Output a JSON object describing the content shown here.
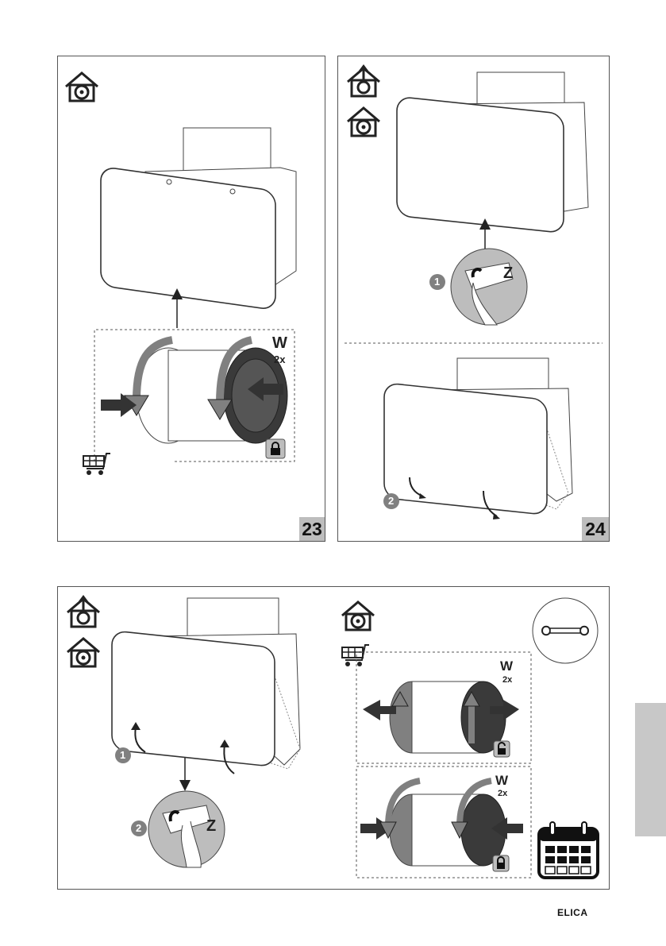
{
  "panels": {
    "p23": {
      "number": "23",
      "label_w": "W",
      "label_2x": "2x"
    },
    "p24": {
      "number": "24",
      "label_z": "Z",
      "step1": "1",
      "step2": "2"
    },
    "bottom_left": {
      "label_z": "Z",
      "step1": "1",
      "step2": "2"
    },
    "bottom_right": {
      "label_w_top": "W",
      "label_2x_top": "2x",
      "label_w_bottom": "W",
      "label_2x_bottom": "2x"
    }
  },
  "footer": {
    "brand": "ELICA"
  },
  "colors": {
    "panel_border": "#555555",
    "number_bg": "#bdbdbd",
    "side_tab": "#c8c8c8",
    "step_circle": "#808080"
  },
  "icons": [
    "house-recirculation-icon",
    "house-extraction-icon",
    "shopping-cart-icon",
    "padlock-locked-icon",
    "padlock-unlocked-icon",
    "wrench-icon",
    "calendar-icon"
  ]
}
